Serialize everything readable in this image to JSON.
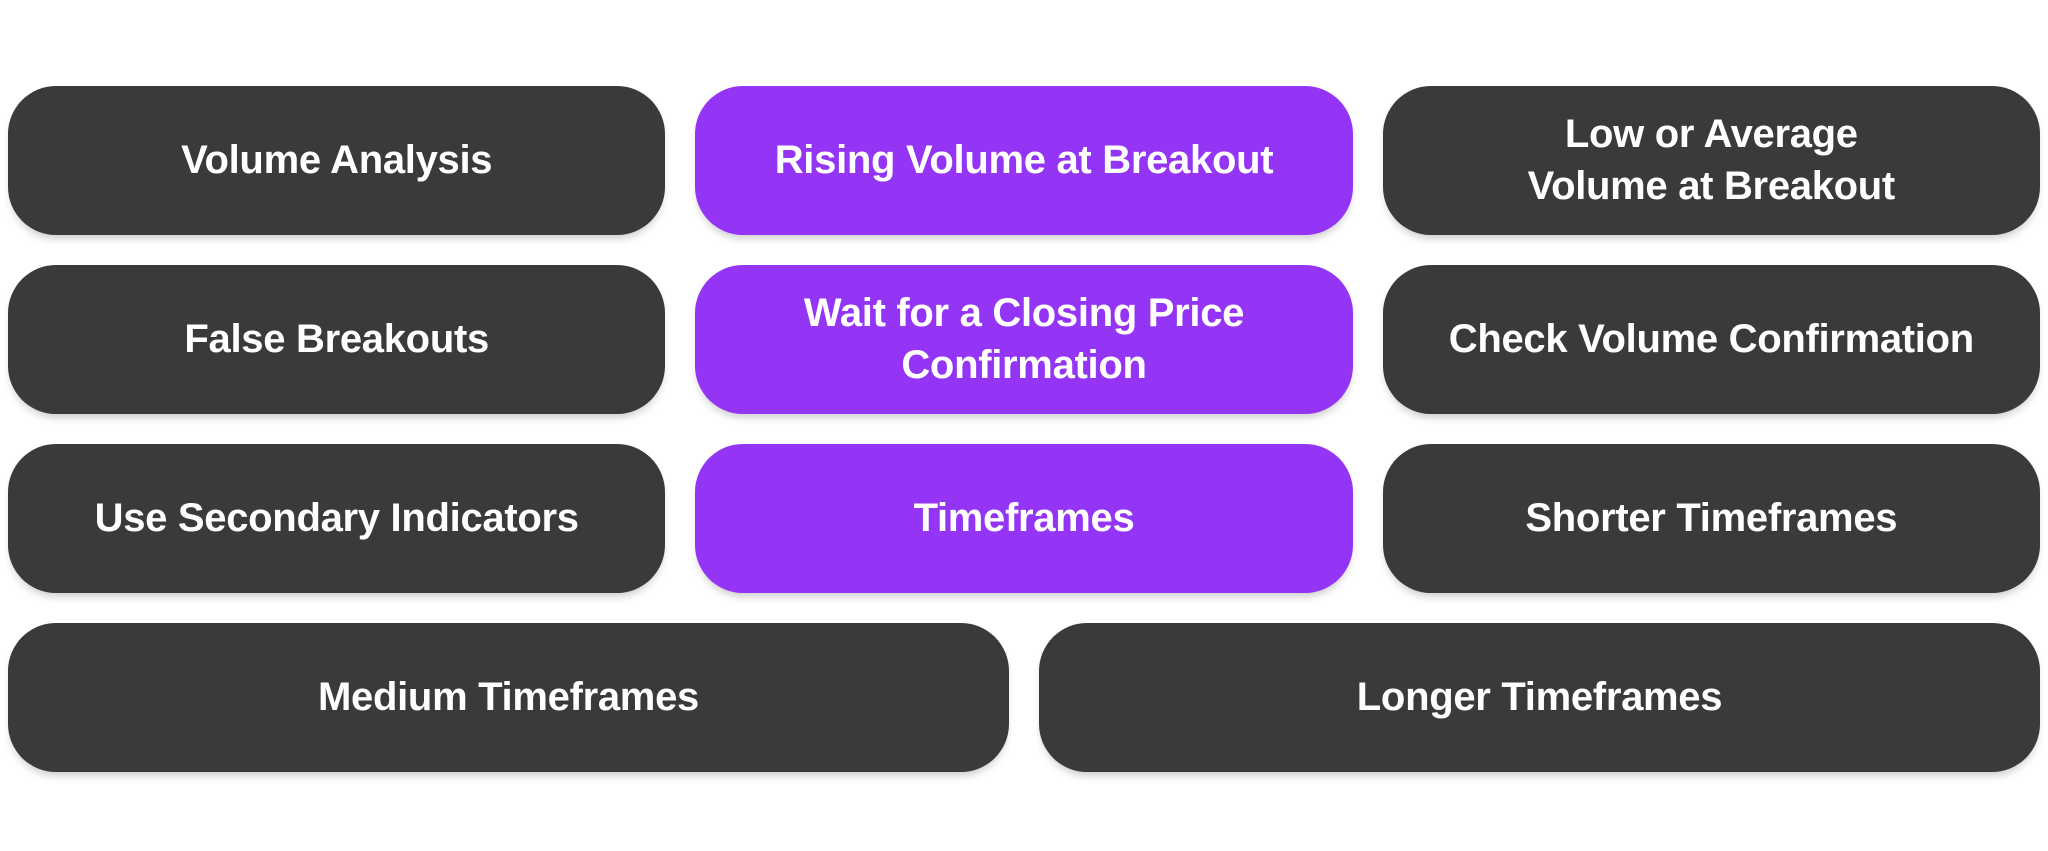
{
  "theme": {
    "background": "#ffffff",
    "node_dark": "#3a3a3a",
    "node_purple": "#9434f5",
    "node_text": "#ffffff"
  },
  "diagram": {
    "rows": [
      {
        "cells": [
          {
            "label": "Volume Analysis",
            "variant": "dark"
          },
          {
            "label": "Rising Volume at Breakout",
            "variant": "purple"
          },
          {
            "label": "Low or Average\nVolume at Breakout",
            "variant": "dark"
          }
        ]
      },
      {
        "cells": [
          {
            "label": "False Breakouts",
            "variant": "dark"
          },
          {
            "label": "Wait for a Closing Price\nConfirmation",
            "variant": "purple"
          },
          {
            "label": "Check Volume Confirmation",
            "variant": "dark"
          }
        ]
      },
      {
        "cells": [
          {
            "label": "Use Secondary Indicators",
            "variant": "dark"
          },
          {
            "label": "Timeframes",
            "variant": "purple"
          },
          {
            "label": "Shorter Timeframes",
            "variant": "dark"
          }
        ]
      },
      {
        "cells": [
          {
            "label": "Medium Timeframes",
            "variant": "dark"
          },
          {
            "label": "Longer Timeframes",
            "variant": "dark"
          }
        ]
      }
    ]
  }
}
